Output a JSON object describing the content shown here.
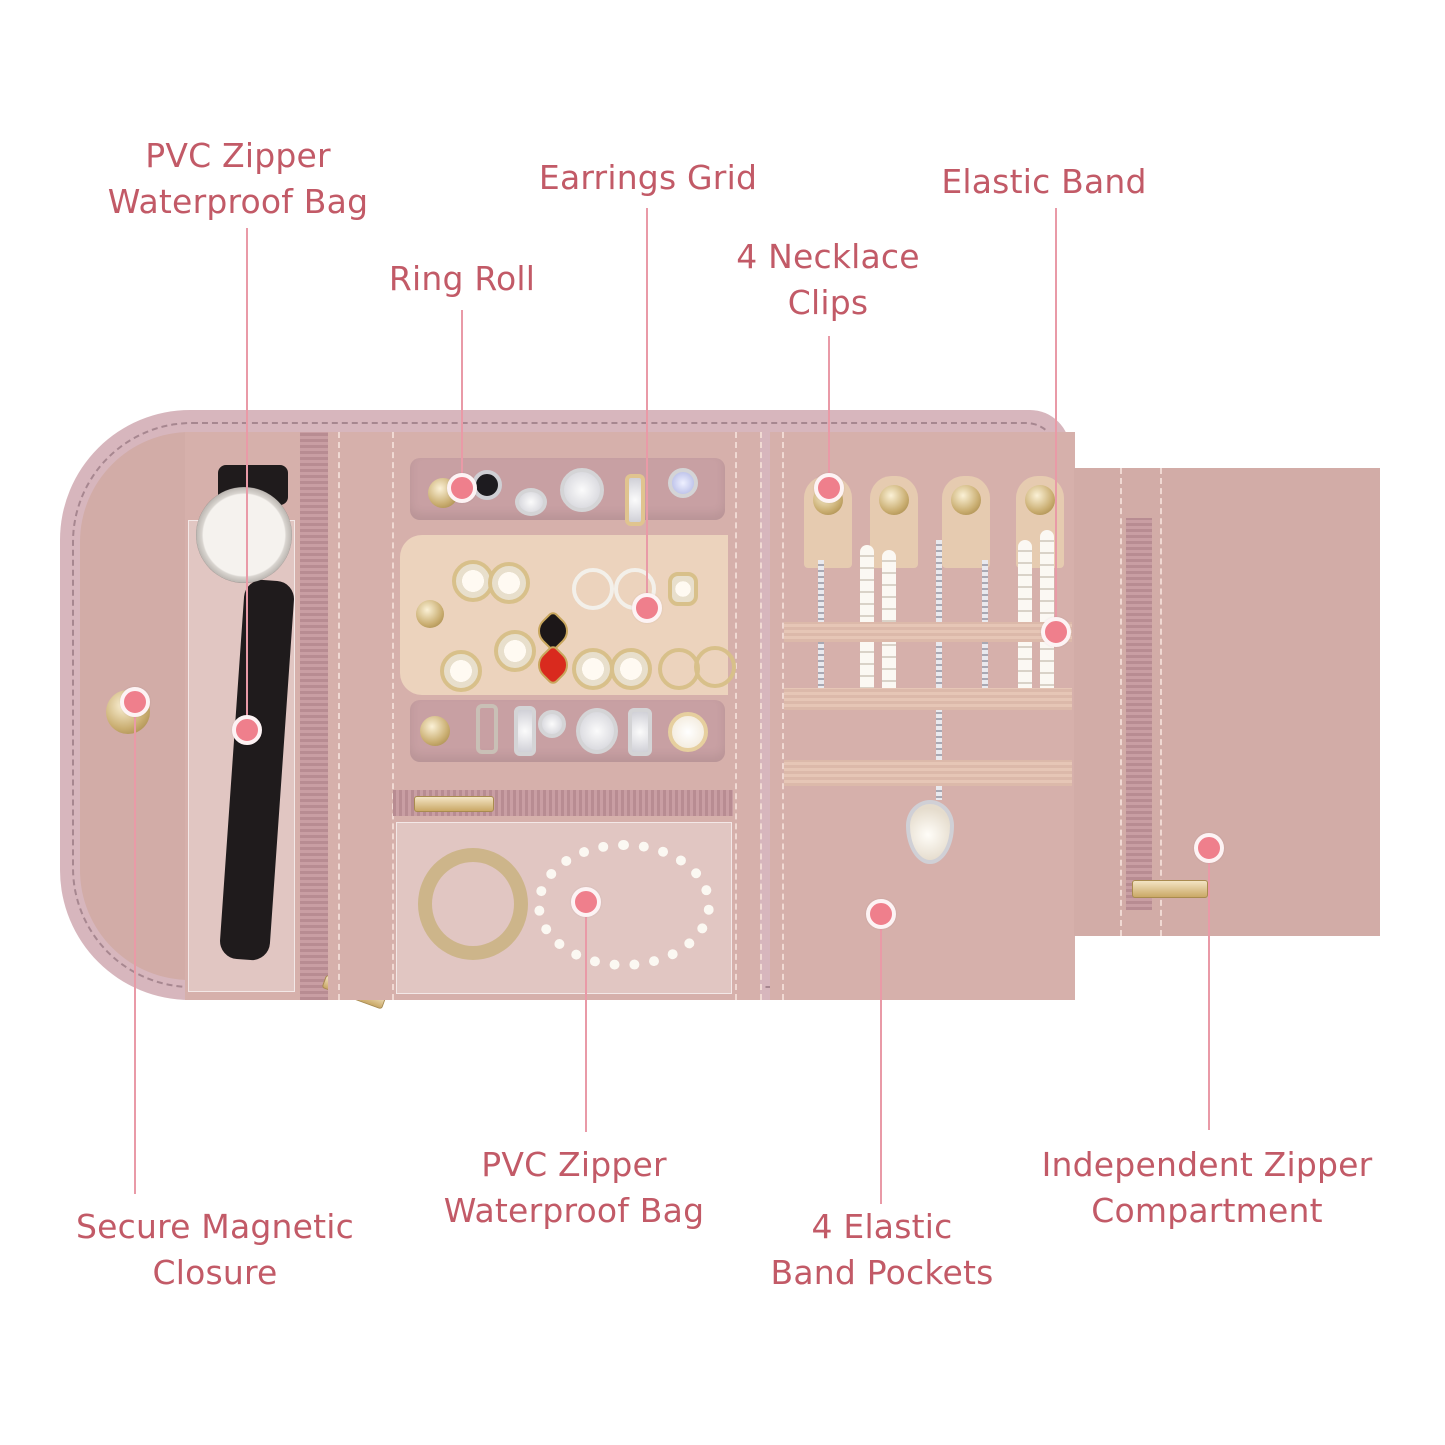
{
  "theme": {
    "label_color": "#c25a67",
    "leader_color": "#e99aa7",
    "dot_color": "#ef7f8c",
    "fabric_color": "#d6b0ab",
    "border_color": "#d7b6bd"
  },
  "product": {
    "type": "Travel jewelry roll organizer",
    "contents": [
      "watch",
      "rings",
      "stud earrings",
      "necklaces",
      "pearl bracelet",
      "brooch"
    ]
  },
  "callouts_top": [
    {
      "id": "pvc-bag-top",
      "lines": [
        "PVC Zipper",
        "Waterproof Bag"
      ]
    },
    {
      "id": "earrings-grid",
      "lines": [
        "Earrings Grid"
      ]
    },
    {
      "id": "elastic-band",
      "lines": [
        "Elastic Band"
      ]
    },
    {
      "id": "ring-roll",
      "lines": [
        "Ring Roll"
      ]
    },
    {
      "id": "necklace-clips",
      "lines": [
        "4 Necklace",
        "Clips"
      ]
    }
  ],
  "callouts_bottom": [
    {
      "id": "magnetic-closure",
      "lines": [
        "Secure Magnetic",
        "Closure"
      ]
    },
    {
      "id": "pvc-bag-bottom",
      "lines": [
        "PVC Zipper",
        "Waterproof Bag"
      ]
    },
    {
      "id": "elastic-pockets",
      "lines": [
        "4 Elastic",
        "Band Pockets"
      ]
    },
    {
      "id": "zipper-compartment",
      "lines": [
        "Independent Zipper",
        "Compartment"
      ]
    }
  ]
}
